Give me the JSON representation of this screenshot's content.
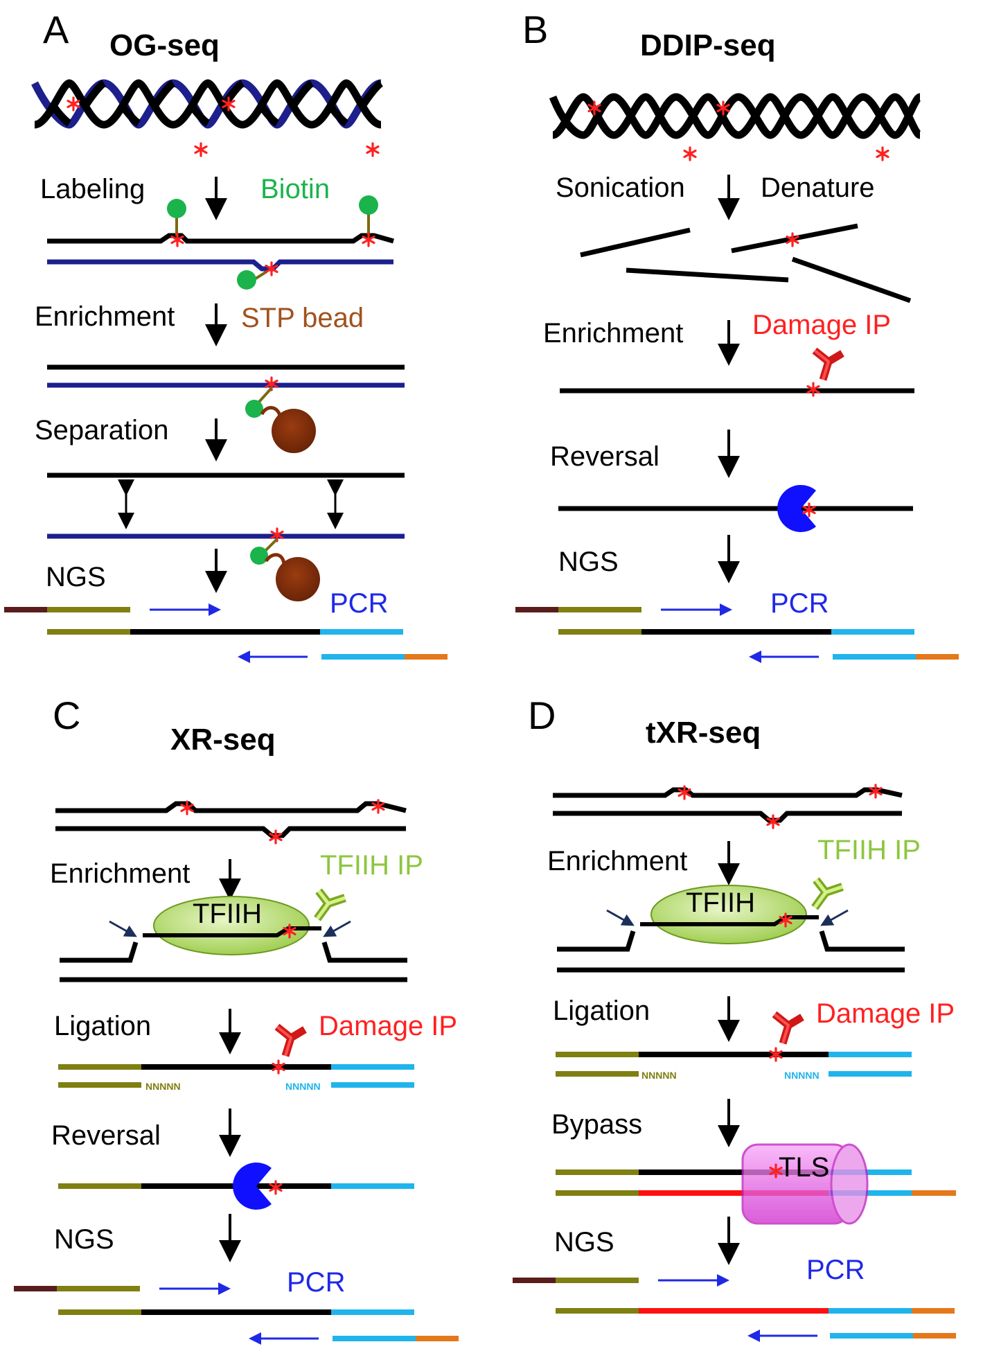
{
  "colors": {
    "strand_black": "#000000",
    "strand_navy": "#1c1f8c",
    "damage_red": "#ff2020",
    "biotin_green": "#1bb34c",
    "bead_brown": "#7f2f0a",
    "pcr_blue": "#1f28e6",
    "adapter_olive": "#7f7f12",
    "adapter_maroon": "#5a1c1c",
    "adapter_cyan": "#20b4ec",
    "adapter_orange": "#e4781a",
    "tfiih_green": "#8cc63f",
    "tls_magenta": "#e040e0",
    "photolyase_blue": "#1010ff"
  },
  "icons": [
    "damage-star-icon",
    "biotin-icon",
    "stp-bead-icon",
    "antibody-icon",
    "photolyase-icon",
    "tfiih-complex-icon",
    "tls-polymerase-icon",
    "arrow-down-icon",
    "double-arrow-icon",
    "incision-arrow-icon"
  ],
  "panels": {
    "a": {
      "letter": "A",
      "title": "OG-seq",
      "labeling": "Labeling",
      "biotin": "Biotin",
      "enrichment": "Enrichment",
      "stp_bead": "STP bead",
      "separation": "Separation",
      "ngs": "NGS",
      "pcr": "PCR"
    },
    "b": {
      "letter": "B",
      "title": "DDIP-seq",
      "sonication": "Sonication",
      "denature": "Denature",
      "enrichment": "Enrichment",
      "damage_ip": "Damage IP",
      "reversal": "Reversal",
      "ngs": "NGS",
      "pcr": "PCR"
    },
    "c": {
      "letter": "C",
      "title": "XR-seq",
      "enrichment": "Enrichment",
      "tfiih_ip": "TFIIH IP",
      "tfiih": "TFIIH",
      "ligation": "Ligation",
      "damage_ip": "Damage IP",
      "nnnnn_left": "NNNNN",
      "nnnnn_right": "NNNNN",
      "reversal": "Reversal",
      "ngs": "NGS",
      "pcr": "PCR"
    },
    "d": {
      "letter": "D",
      "title": "tXR-seq",
      "enrichment": "Enrichment",
      "tfiih_ip": "TFIIH IP",
      "tfiih": "TFIIH",
      "ligation": "Ligation",
      "damage_ip": "Damage IP",
      "nnnnn_left": "NNNNN",
      "nnnnn_right": "NNNNN",
      "bypass": "Bypass",
      "tls": "TLS",
      "ngs": "NGS",
      "pcr": "PCR"
    }
  }
}
